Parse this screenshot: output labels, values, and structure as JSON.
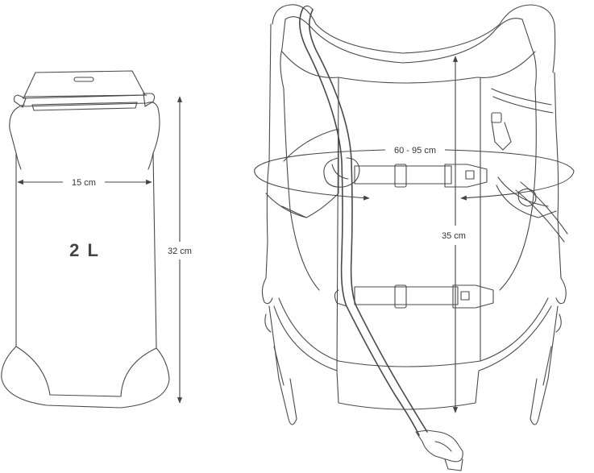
{
  "reservoir": {
    "volume": "2 L",
    "width": "15 cm",
    "height": "32 cm"
  },
  "vest": {
    "chest_range": "60 - 95 cm",
    "height": "35 cm"
  },
  "colors": {
    "line": "#4a4a4a",
    "text": "#333333",
    "background": "#ffffff"
  }
}
